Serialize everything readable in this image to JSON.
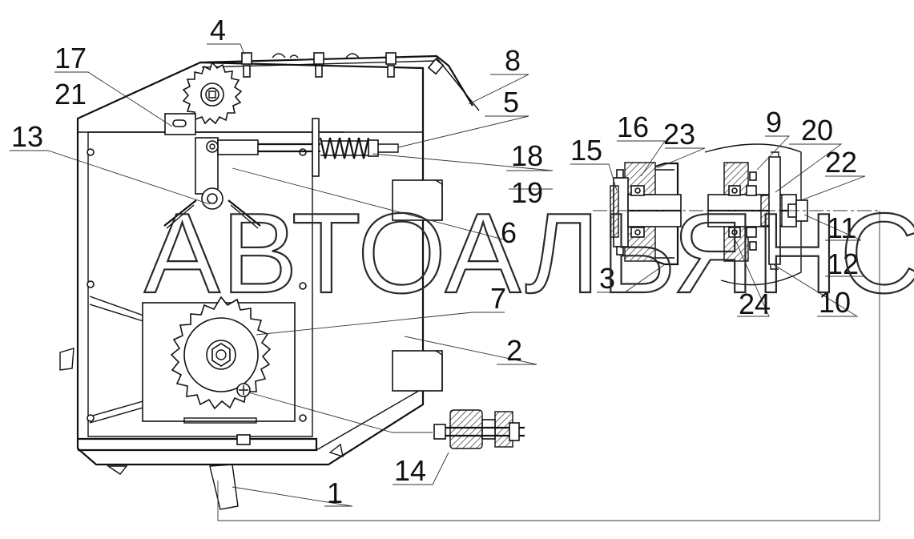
{
  "watermark": "АВТОАЛЬЯНС",
  "callouts": [
    "1",
    "2",
    "3",
    "4",
    "5",
    "6",
    "7",
    "8",
    "9",
    "10",
    "11",
    "12",
    "13",
    "14",
    "15",
    "16",
    "17",
    "18",
    "19",
    "20",
    "21",
    "22",
    "23",
    "24"
  ]
}
